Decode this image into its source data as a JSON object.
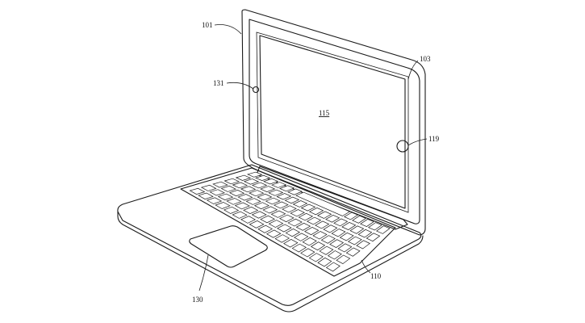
{
  "labels": {
    "lid": "101",
    "bezel": "103",
    "camera": "131",
    "display": "115",
    "button": "119",
    "keyboard": "110",
    "trackpad": "130"
  },
  "keyboard": {
    "rows": 6,
    "keys_per_row": 17
  }
}
